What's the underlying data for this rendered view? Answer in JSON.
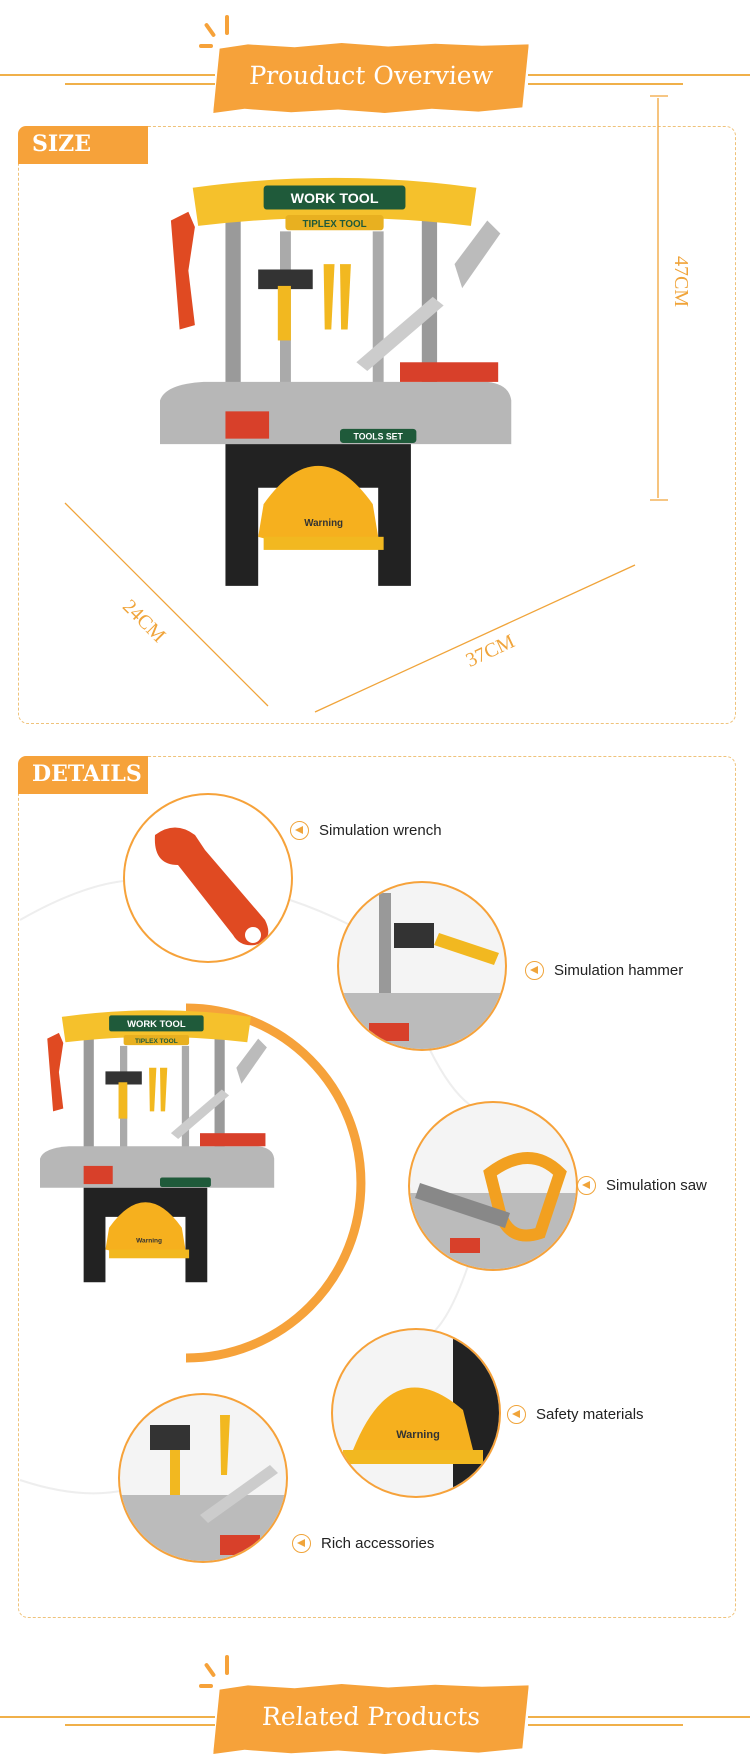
{
  "header": {
    "title": "Prouduct Overview"
  },
  "size": {
    "tag": "SIZE",
    "height": "47CM",
    "depth": "24CM",
    "width": "37CM"
  },
  "product": {
    "top_sign": "WORK TOOL",
    "sub_sign": "TIPLEX TOOL",
    "bench_label": "TOOLS SET",
    "helmet_text": "Warning"
  },
  "details": {
    "tag": "DETAILS",
    "items": [
      {
        "label": "Simulation wrench"
      },
      {
        "label": "Simulation hammer"
      },
      {
        "label": "Simulation saw"
      },
      {
        "label": "Safety materials"
      },
      {
        "label": "Rich accessories"
      }
    ]
  },
  "footer": {
    "title": "Related Products"
  },
  "colors": {
    "accent": "#f6a23a",
    "border": "#efc27a"
  }
}
